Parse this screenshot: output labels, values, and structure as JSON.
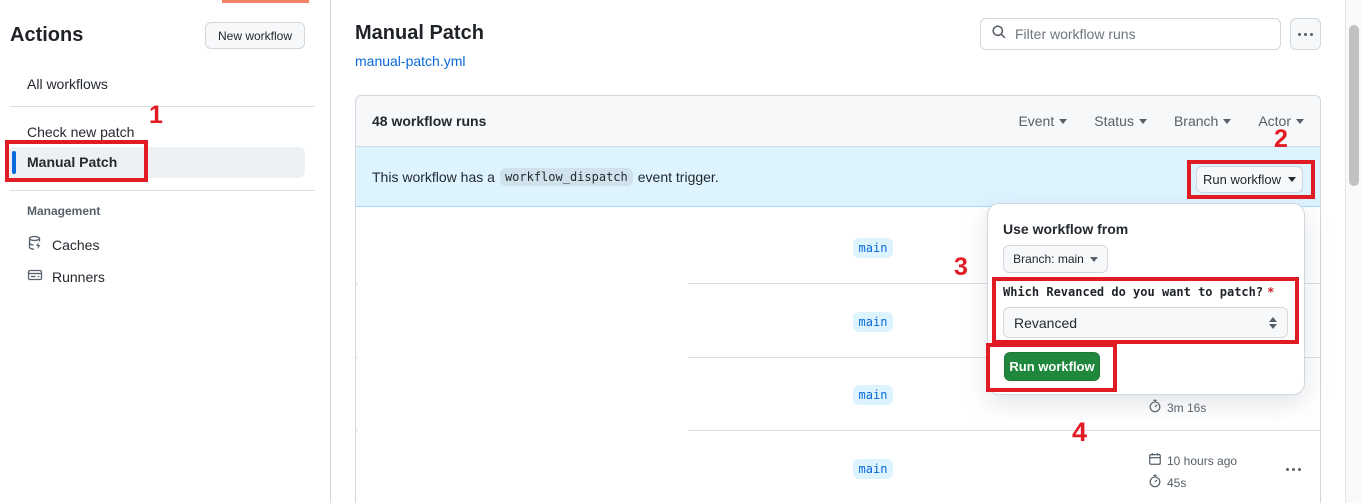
{
  "colors": {
    "accent_blue": "#0969da",
    "annotation_red": "#e01b24",
    "success_green": "#1f883d",
    "banner_blue_bg": "#ddf4ff",
    "badge_bg": "#ddf4ff",
    "loading_bar_orange": "#f78166"
  },
  "annotations": {
    "steps": [
      "1",
      "2",
      "3",
      "4"
    ]
  },
  "sidebar": {
    "title": "Actions",
    "new_workflow_button": "New workflow",
    "items": [
      {
        "label": "All workflows"
      },
      {
        "label": "Check new patch"
      },
      {
        "label": "Manual Patch",
        "selected": true
      }
    ],
    "management": {
      "header": "Management",
      "items": [
        {
          "label": "Caches",
          "icon": "cache-icon"
        },
        {
          "label": "Runners",
          "icon": "runners-icon"
        }
      ]
    }
  },
  "header": {
    "title": "Manual Patch",
    "file_link": "manual-patch.yml",
    "search_placeholder": "Filter workflow runs"
  },
  "runs_panel": {
    "count_label": "48 workflow runs",
    "filters": [
      {
        "label": "Event"
      },
      {
        "label": "Status"
      },
      {
        "label": "Branch"
      },
      {
        "label": "Actor"
      }
    ],
    "banner": {
      "text_before": "This workflow has a",
      "code": "workflow_dispatch",
      "text_after": "event trigger.",
      "run_workflow_button": "Run workflow"
    },
    "rows": [
      {
        "branch": "main"
      },
      {
        "branch": "main"
      },
      {
        "branch": "main",
        "duration": "3m 16s"
      },
      {
        "branch": "main",
        "date": "10 hours ago",
        "duration": "45s"
      }
    ]
  },
  "dropdown": {
    "title": "Use workflow from",
    "branch_button": "Branch: main",
    "input_label": "Which Revanced do you want to patch?",
    "required_mark": "*",
    "select_value": "Revanced",
    "submit_button": "Run workflow"
  }
}
